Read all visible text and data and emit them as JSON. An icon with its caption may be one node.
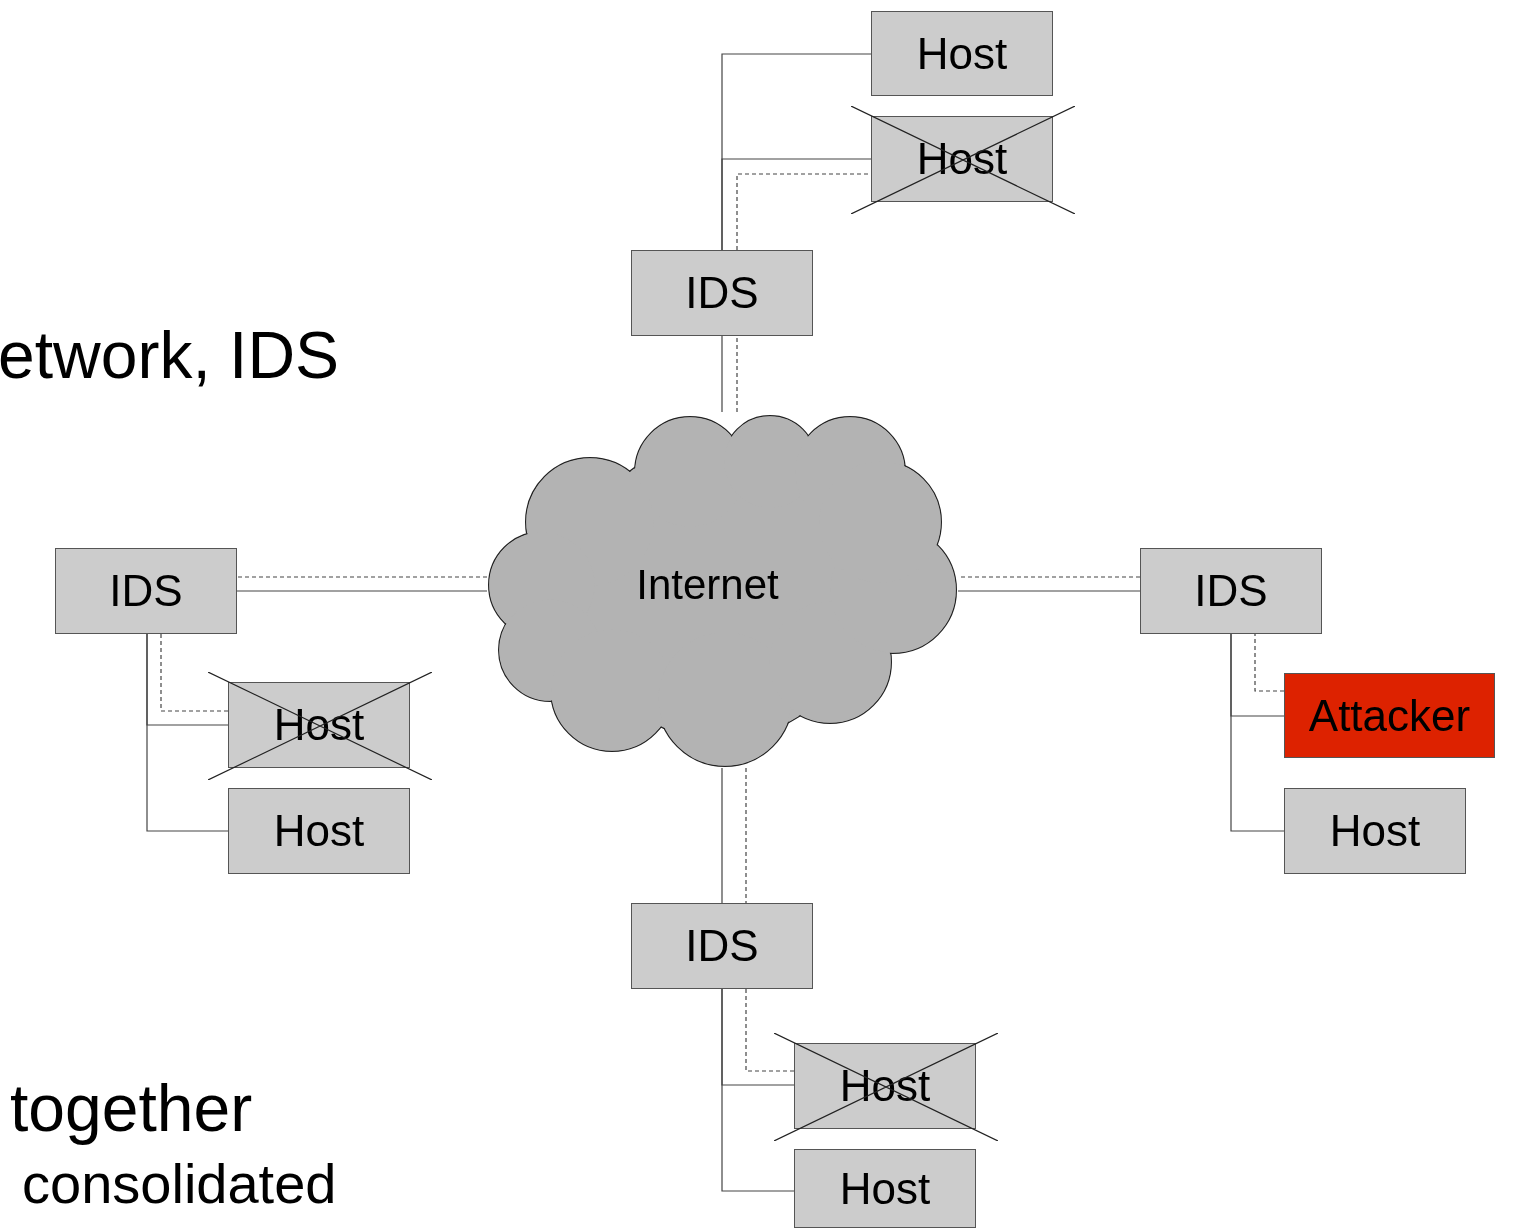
{
  "diagram": {
    "nodes": [
      {
        "text": [
          "Host"
        ]
      },
      {
        "text": [
          "Host"
        ]
      },
      {
        "text": [
          "IDS"
        ]
      },
      {
        "text": [
          "Internet"
        ]
      },
      {
        "text": [
          "IDS"
        ]
      },
      {
        "text": [
          "IDS"
        ]
      },
      {
        "text": [
          "Attacker"
        ]
      },
      {
        "text": [
          "Host"
        ]
      },
      {
        "text": [
          "Host"
        ]
      },
      {
        "text": [
          "Host"
        ]
      },
      {
        "text": [
          "IDS"
        ]
      },
      {
        "text": [
          "Host"
        ]
      },
      {
        "text": [
          "Host"
        ]
      }
    ],
    "edges": [
      {
        "from": 2,
        "to": 0,
        "arrow": "none"
      },
      {
        "from": 2,
        "to": 1,
        "arrow": "none"
      },
      {
        "from": 2,
        "to": 1,
        "arrow": "none",
        "style": "dashed"
      },
      {
        "from": 2,
        "to": 3,
        "arrow": "none"
      },
      {
        "from": 3,
        "to": 2,
        "arrow": "none",
        "style": "dashed"
      },
      {
        "from": 3,
        "to": 4,
        "arrow": "none"
      },
      {
        "from": 3,
        "to": 4,
        "arrow": "none",
        "style": "dashed"
      },
      {
        "from": 3,
        "to": 5,
        "arrow": "none"
      },
      {
        "from": 5,
        "to": 3,
        "arrow": "none",
        "style": "dashed"
      },
      {
        "from": 4,
        "to": 7,
        "arrow": "none"
      },
      {
        "from": 4,
        "to": 7,
        "arrow": "none",
        "style": "dashed"
      },
      {
        "from": 4,
        "to": 8,
        "arrow": "none"
      },
      {
        "from": 5,
        "to": 6,
        "arrow": "none"
      },
      {
        "from": 6,
        "to": 5,
        "arrow": "none",
        "style": "dashed"
      },
      {
        "from": 5,
        "to": 9,
        "arrow": "none"
      },
      {
        "from": 3,
        "to": 10,
        "arrow": "none"
      },
      {
        "from": 3,
        "to": 10,
        "arrow": "none",
        "style": "dashed"
      },
      {
        "from": 10,
        "to": 11,
        "arrow": "none"
      },
      {
        "from": 10,
        "to": 11,
        "arrow": "none",
        "style": "dashed"
      },
      {
        "from": 10,
        "to": 12,
        "arrow": "none"
      }
    ],
    "labels": [
      "etwork, IDS",
      "together",
      "consolidated"
    ]
  }
}
